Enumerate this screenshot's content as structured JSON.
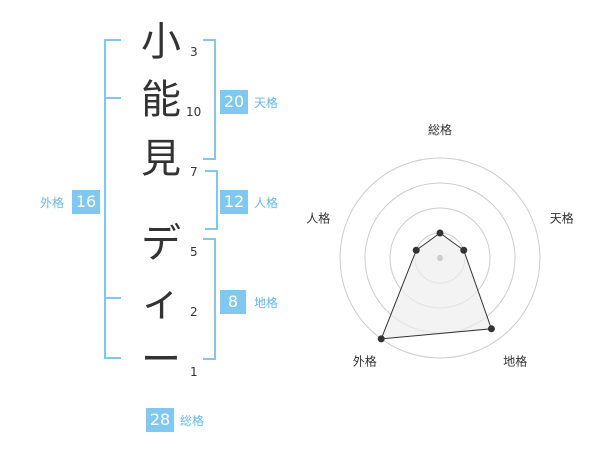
{
  "name": {
    "chars": [
      "小",
      "能",
      "見",
      "デ",
      "ィ",
      "ー"
    ],
    "strokes": [
      "3",
      "10",
      "7",
      "5",
      "2",
      "1"
    ]
  },
  "fortune": {
    "tenkaku": {
      "value": "20",
      "label": "天格"
    },
    "jinkaku": {
      "value": "12",
      "label": "人格"
    },
    "chikaku": {
      "value": "8",
      "label": "地格"
    },
    "gaikaku": {
      "value": "16",
      "label": "外格"
    },
    "soukaku": {
      "value": "28",
      "label": "総格"
    }
  },
  "radar": {
    "axes": [
      "総格",
      "天格",
      "地格",
      "外格",
      "人格"
    ],
    "levels": 4,
    "values": [
      1,
      1,
      3.5,
      4,
      1
    ],
    "max": 4,
    "colors": {
      "grid": "#cccccc",
      "fill": "#eeeeee",
      "line": "#333333",
      "point": "#333333",
      "center": "#cccccc"
    }
  },
  "colors": {
    "accent": "#80c8f0",
    "label": "#66b9ea"
  }
}
